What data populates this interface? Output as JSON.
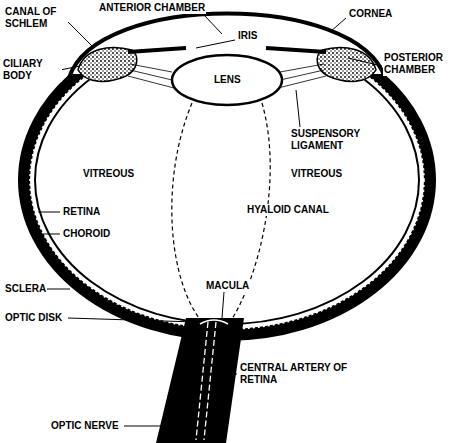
{
  "diagram": {
    "labels": [
      "CANAL OF SCHLEM",
      "ANTERIOR CHAMBER",
      "CORNEA",
      "IRIS",
      "CILIARY BODY",
      "LENS",
      "POSTERIOR CHAMBER",
      "SUSPENSORY LIGAMENT",
      "VITREOUS",
      "VITREOUS",
      "RETINA",
      "HYALOID CANAL",
      "CHOROID",
      "SCLERA",
      "MACULA",
      "OPTIC DISK",
      "CENTRAL ARTERY OF RETINA",
      "OPTIC NERVE"
    ]
  }
}
